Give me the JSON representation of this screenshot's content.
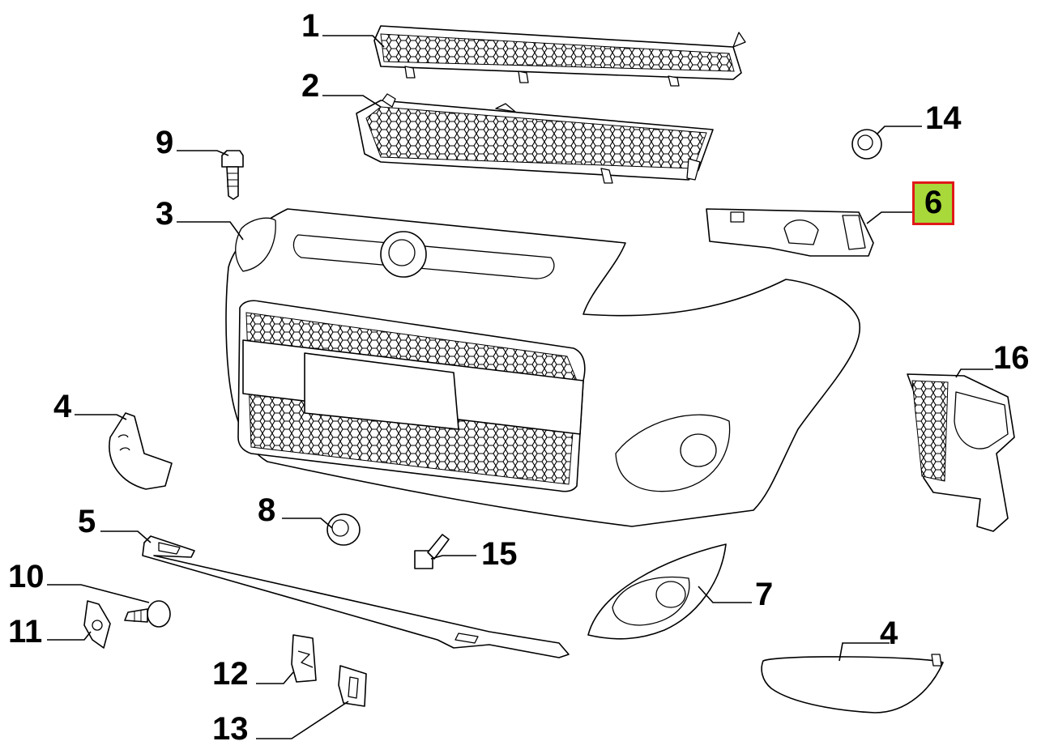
{
  "diagram": {
    "callouts": [
      {
        "id": "part-1",
        "label": "1"
      },
      {
        "id": "part-2",
        "label": "2"
      },
      {
        "id": "part-3",
        "label": "3"
      },
      {
        "id": "part-4a",
        "label": "4"
      },
      {
        "id": "part-4b",
        "label": "4"
      },
      {
        "id": "part-5",
        "label": "5"
      },
      {
        "id": "part-6",
        "label": "6",
        "highlighted": true
      },
      {
        "id": "part-7",
        "label": "7"
      },
      {
        "id": "part-8",
        "label": "8"
      },
      {
        "id": "part-9",
        "label": "9"
      },
      {
        "id": "part-10",
        "label": "10"
      },
      {
        "id": "part-11",
        "label": "11"
      },
      {
        "id": "part-12",
        "label": "12"
      },
      {
        "id": "part-13",
        "label": "13"
      },
      {
        "id": "part-14",
        "label": "14"
      },
      {
        "id": "part-15",
        "label": "15"
      },
      {
        "id": "part-16",
        "label": "16"
      }
    ],
    "colors": {
      "line": "#000000",
      "background": "#ffffff",
      "highlight_fill": "#a8d83a",
      "highlight_border": "#e01919"
    }
  }
}
